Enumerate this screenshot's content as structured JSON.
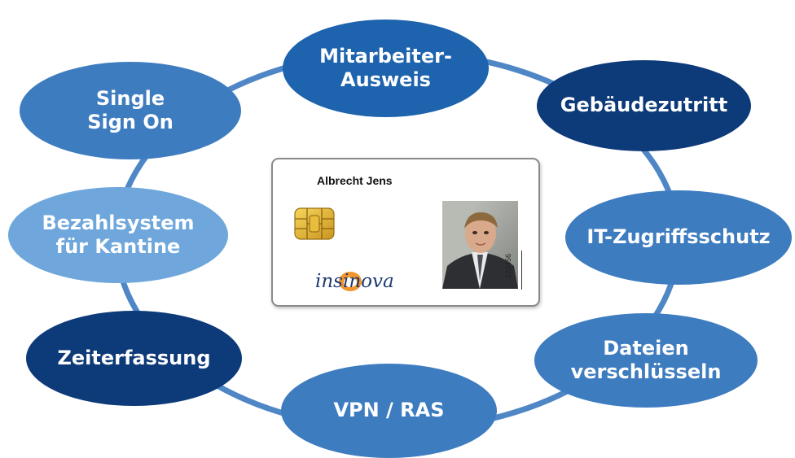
{
  "diagram": {
    "colors": {
      "ring": "#4f86c6",
      "light": "#6fa7dc",
      "medium": "#3e7cc0",
      "dark": "#0d3a78",
      "mid_dark": "#1d63ad"
    },
    "nodes": [
      {
        "id": "mitarbeiter",
        "label": "Mitarbeiter-\nAusweis",
        "color": "#1d63ad",
        "icon": ""
      },
      {
        "id": "gebaeude",
        "label": "Gebäudezutritt",
        "color": "#0d3a78",
        "icon": ""
      },
      {
        "id": "it",
        "label": "IT-Zugriffsschutz",
        "color": "#3e7cc0",
        "icon": ""
      },
      {
        "id": "dateien",
        "label": "Dateien\nverschlüsseln",
        "color": "#3e7cc0",
        "icon": ""
      },
      {
        "id": "vpn",
        "label": "VPN / RAS",
        "color": "#3e7cc0",
        "icon": ""
      },
      {
        "id": "zeit",
        "label": "Zeiterfassung",
        "color": "#0d3a78",
        "icon": ""
      },
      {
        "id": "bezahl",
        "label": "Bezahlsystem\nfür Kantine",
        "color": "#6fa7dc",
        "icon": ""
      },
      {
        "id": "sso",
        "label": "Single\nSign On",
        "color": "#3e7cc0",
        "icon": ""
      }
    ],
    "card": {
      "name": "Albrecht Jens",
      "logo_text": "insinova",
      "number": "123456",
      "chip_icon": "smartcard-chip-icon",
      "photo_icon": "portrait-photo-icon"
    }
  }
}
